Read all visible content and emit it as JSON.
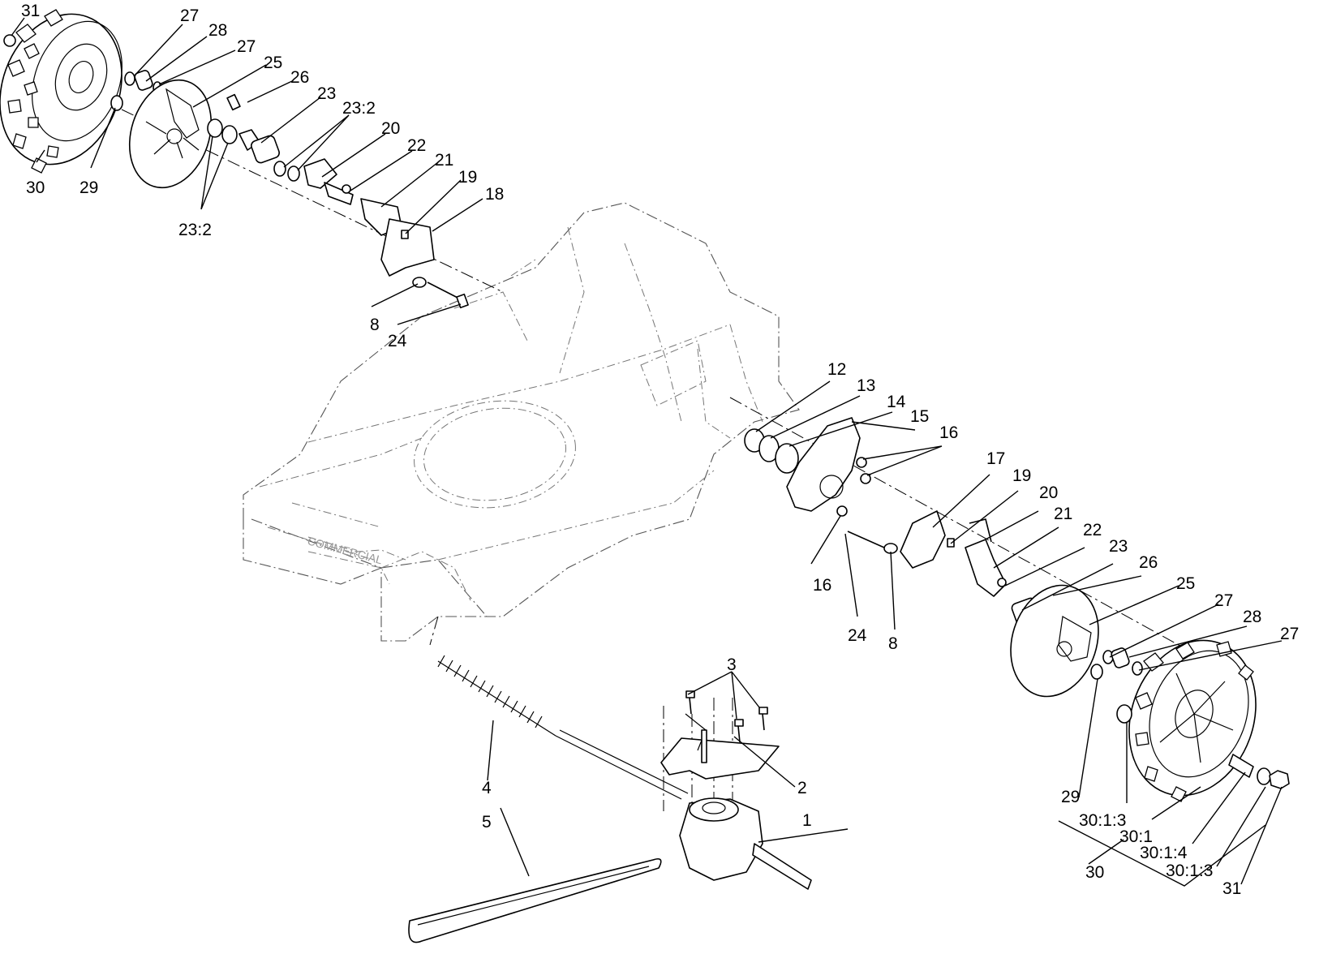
{
  "callouts": [
    {
      "id": "c31a",
      "text": "31"
    },
    {
      "id": "c27a",
      "text": "27"
    },
    {
      "id": "c28a",
      "text": "28"
    },
    {
      "id": "c27b",
      "text": "27"
    },
    {
      "id": "c25a",
      "text": "25"
    },
    {
      "id": "c26a",
      "text": "26"
    },
    {
      "id": "c23a",
      "text": "23"
    },
    {
      "id": "c23_2a",
      "text": "23:2"
    },
    {
      "id": "c20a",
      "text": "20"
    },
    {
      "id": "c22a",
      "text": "22"
    },
    {
      "id": "c21a",
      "text": "21"
    },
    {
      "id": "c19a",
      "text": "19"
    },
    {
      "id": "c18a",
      "text": "18"
    },
    {
      "id": "c30a",
      "text": "30"
    },
    {
      "id": "c29a",
      "text": "29"
    },
    {
      "id": "c23_2b",
      "text": "23:2"
    },
    {
      "id": "c8a",
      "text": "8"
    },
    {
      "id": "c24a",
      "text": "24"
    },
    {
      "id": "c12",
      "text": "12"
    },
    {
      "id": "c13",
      "text": "13"
    },
    {
      "id": "c14",
      "text": "14"
    },
    {
      "id": "c15",
      "text": "15"
    },
    {
      "id": "c16a",
      "text": "16"
    },
    {
      "id": "c17",
      "text": "17"
    },
    {
      "id": "c19b",
      "text": "19"
    },
    {
      "id": "c20b",
      "text": "20"
    },
    {
      "id": "c21b",
      "text": "21"
    },
    {
      "id": "c22b",
      "text": "22"
    },
    {
      "id": "c23b",
      "text": "23"
    },
    {
      "id": "c16b",
      "text": "16"
    },
    {
      "id": "c24b",
      "text": "24"
    },
    {
      "id": "c8b",
      "text": "8"
    },
    {
      "id": "c26b",
      "text": "26"
    },
    {
      "id": "c25b",
      "text": "25"
    },
    {
      "id": "c27c",
      "text": "27"
    },
    {
      "id": "c28b",
      "text": "28"
    },
    {
      "id": "c27d",
      "text": "27"
    },
    {
      "id": "c3",
      "text": "3"
    },
    {
      "id": "c2",
      "text": "2"
    },
    {
      "id": "c4",
      "text": "4"
    },
    {
      "id": "c1",
      "text": "1"
    },
    {
      "id": "c5",
      "text": "5"
    },
    {
      "id": "c29b",
      "text": "29"
    },
    {
      "id": "c30_1_3a",
      "text": "30:1:3"
    },
    {
      "id": "c30_1",
      "text": "30:1"
    },
    {
      "id": "c30_1_4",
      "text": "30:1:4"
    },
    {
      "id": "c30_1_3b",
      "text": "30:1:3"
    },
    {
      "id": "c30b",
      "text": "30"
    },
    {
      "id": "c31b",
      "text": "31"
    }
  ]
}
